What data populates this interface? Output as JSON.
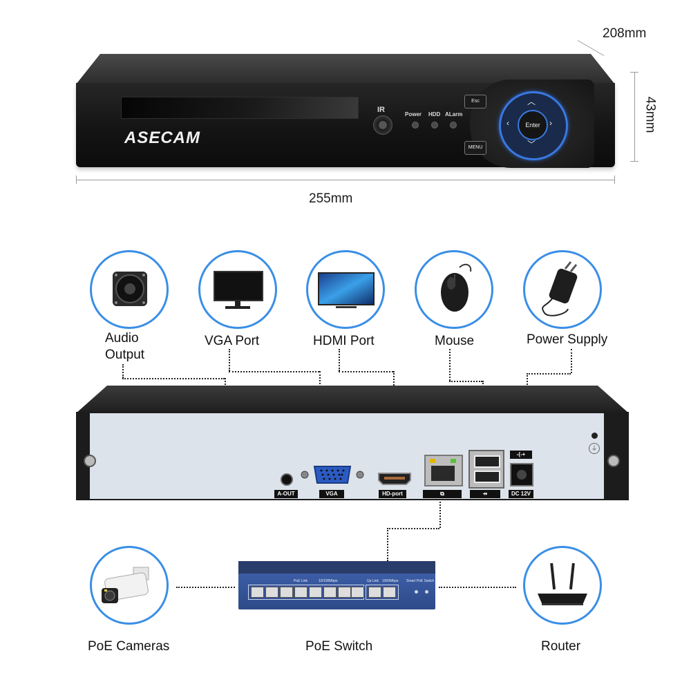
{
  "dimensions": {
    "depth": "208mm",
    "height": "43mm",
    "width": "255mm"
  },
  "front_panel": {
    "brand": "ASECAM",
    "ir_label": "IR",
    "leds": [
      "Power",
      "HDD",
      "ALarm"
    ],
    "esc_label": "Esc",
    "menu_label": "MENU",
    "enter_label": "Enter"
  },
  "accessories": [
    {
      "label": "Audio Output",
      "icon": "speaker-icon"
    },
    {
      "label": "VGA Port",
      "icon": "monitor-icon"
    },
    {
      "label": "HDMI Port",
      "icon": "tv-icon"
    },
    {
      "label": "Mouse",
      "icon": "mouse-icon"
    },
    {
      "label": "Power Supply",
      "icon": "power-adapter-icon"
    }
  ],
  "rear_panel": {
    "ports": [
      "A-OUT",
      "VGA",
      "HD-port",
      "DC 12V"
    ],
    "power_symbol": "-(-+"
  },
  "switch": {
    "label_poe": "PoE Link",
    "label_speed": "10/100Mbps",
    "label_uplink": "Up Link",
    "label_uplink_speed": "1000Mbps",
    "title": "Smart PoE Switch"
  },
  "bottom": {
    "cameras": "PoE Cameras",
    "switch": "PoE Switch",
    "router": "Router"
  },
  "colors": {
    "accent": "#3a8ee6",
    "switch_blue": "#3c5da6"
  }
}
